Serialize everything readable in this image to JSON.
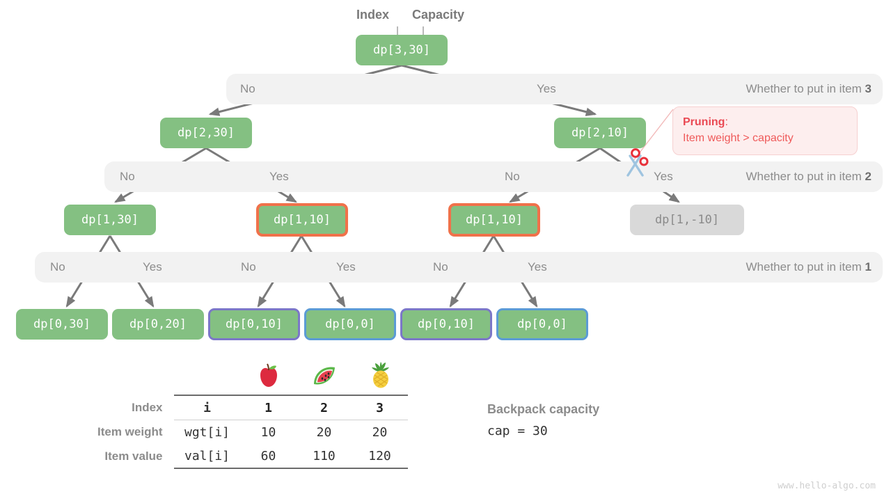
{
  "top_labels": {
    "index": "Index",
    "capacity": "Capacity"
  },
  "tree": {
    "nodes": [
      {
        "id": "root",
        "label": "dp[3,30]",
        "style": "plain"
      },
      {
        "id": "l1a",
        "label": "dp[2,30]",
        "style": "plain"
      },
      {
        "id": "l1b",
        "label": "dp[2,10]",
        "style": "plain"
      },
      {
        "id": "l2a",
        "label": "dp[1,30]",
        "style": "plain"
      },
      {
        "id": "l2b",
        "label": "dp[1,10]",
        "style": "orange"
      },
      {
        "id": "l2c",
        "label": "dp[1,10]",
        "style": "orange"
      },
      {
        "id": "l2d",
        "label": "dp[1,-10]",
        "style": "dim"
      },
      {
        "id": "l3a",
        "label": "dp[0,30]",
        "style": "plain"
      },
      {
        "id": "l3b",
        "label": "dp[0,20]",
        "style": "plain"
      },
      {
        "id": "l3c",
        "label": "dp[0,10]",
        "style": "purple"
      },
      {
        "id": "l3d",
        "label": "dp[0,0]",
        "style": "blue"
      },
      {
        "id": "l3e",
        "label": "dp[0,10]",
        "style": "purple"
      },
      {
        "id": "l3f",
        "label": "dp[0,0]",
        "style": "blue"
      }
    ]
  },
  "bands": [
    {
      "id": "band-item-3",
      "branch_labels": [
        "No",
        "Yes"
      ],
      "right_text_prefix": "Whether to put in item ",
      "right_text_bold": "3"
    },
    {
      "id": "band-item-2",
      "branch_labels": [
        "No",
        "Yes",
        "No",
        "Yes"
      ],
      "right_text_prefix": "Whether to put in item ",
      "right_text_bold": "2"
    },
    {
      "id": "band-item-1",
      "branch_labels": [
        "No",
        "Yes",
        "No",
        "Yes",
        "No",
        "Yes"
      ],
      "right_text_prefix": "Whether to put in item ",
      "right_text_bold": "1"
    }
  ],
  "pruning": {
    "title": "Pruning",
    "colon": ":",
    "detail": "Item weight > capacity"
  },
  "table": {
    "fruits": [
      "apple",
      "watermelon",
      "pineapple"
    ],
    "rows": [
      {
        "label": "Index",
        "key": "i",
        "values": [
          "1",
          "2",
          "3"
        ],
        "bold": true
      },
      {
        "label": "Item weight",
        "key": "wgt[i]",
        "values": [
          "10",
          "20",
          "20"
        ],
        "bold": false
      },
      {
        "label": "Item value",
        "key": "val[i]",
        "values": [
          "60",
          "110",
          "120"
        ],
        "bold": false
      }
    ]
  },
  "capacity_note": {
    "title": "Backpack capacity",
    "value": "cap = 30"
  },
  "watermark": "www.hello-algo.com",
  "colors": {
    "node_green": "#84c082",
    "node_dim": "#d9d9d9",
    "highlight_orange": "#f0714a",
    "highlight_blue": "#5b9bd5",
    "highlight_purple": "#7b77c8",
    "band_bg": "#f2f2f2",
    "edge_gray": "#7a7a7a",
    "prune_red": "#ea4a54"
  }
}
